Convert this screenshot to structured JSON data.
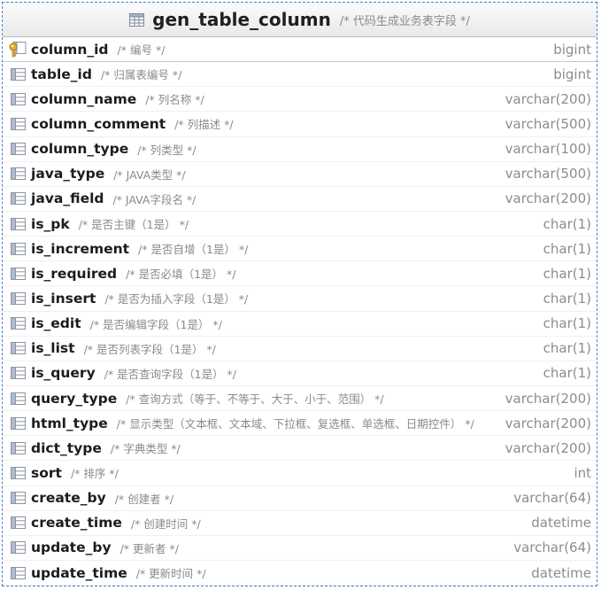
{
  "table": {
    "name": "gen_table_column",
    "comment": "/* 代码生成业务表字段 */"
  },
  "columns": [
    {
      "name": "column_id",
      "comment": "/* 编号 */",
      "type": "bigint",
      "key": true
    },
    {
      "name": "table_id",
      "comment": "/* 归属表编号 */",
      "type": "bigint"
    },
    {
      "name": "column_name",
      "comment": "/* 列名称 */",
      "type": "varchar(200)"
    },
    {
      "name": "column_comment",
      "comment": "/* 列描述 */",
      "type": "varchar(500)"
    },
    {
      "name": "column_type",
      "comment": "/* 列类型 */",
      "type": "varchar(100)"
    },
    {
      "name": "java_type",
      "comment": "/* JAVA类型 */",
      "type": "varchar(500)"
    },
    {
      "name": "java_field",
      "comment": "/* JAVA字段名 */",
      "type": "varchar(200)"
    },
    {
      "name": "is_pk",
      "comment": "/* 是否主键（1是） */",
      "type": "char(1)"
    },
    {
      "name": "is_increment",
      "comment": "/* 是否自增（1是） */",
      "type": "char(1)"
    },
    {
      "name": "is_required",
      "comment": "/* 是否必填（1是） */",
      "type": "char(1)"
    },
    {
      "name": "is_insert",
      "comment": "/* 是否为插入字段（1是） */",
      "type": "char(1)"
    },
    {
      "name": "is_edit",
      "comment": "/* 是否编辑字段（1是） */",
      "type": "char(1)"
    },
    {
      "name": "is_list",
      "comment": "/* 是否列表字段（1是） */",
      "type": "char(1)"
    },
    {
      "name": "is_query",
      "comment": "/* 是否查询字段（1是） */",
      "type": "char(1)"
    },
    {
      "name": "query_type",
      "comment": "/* 查询方式（等于、不等于、大于、小于、范围） */",
      "type": "varchar(200)"
    },
    {
      "name": "html_type",
      "comment": "/* 显示类型（文本框、文本域、下拉框、复选框、单选框、日期控件） */",
      "type": "varchar(200)"
    },
    {
      "name": "dict_type",
      "comment": "/* 字典类型 */",
      "type": "varchar(200)"
    },
    {
      "name": "sort",
      "comment": "/* 排序 */",
      "type": "int"
    },
    {
      "name": "create_by",
      "comment": "/* 创建者 */",
      "type": "varchar(64)"
    },
    {
      "name": "create_time",
      "comment": "/* 创建时间 */",
      "type": "datetime"
    },
    {
      "name": "update_by",
      "comment": "/* 更新者 */",
      "type": "varchar(64)"
    },
    {
      "name": "update_time",
      "comment": "/* 更新时间 */",
      "type": "datetime"
    }
  ],
  "icons": {
    "table": "table-icon",
    "column": "column-icon",
    "primary_key": "primary-key-icon"
  },
  "colors": {
    "border": "#4a7ecb",
    "key_icon": "#d9a520"
  }
}
